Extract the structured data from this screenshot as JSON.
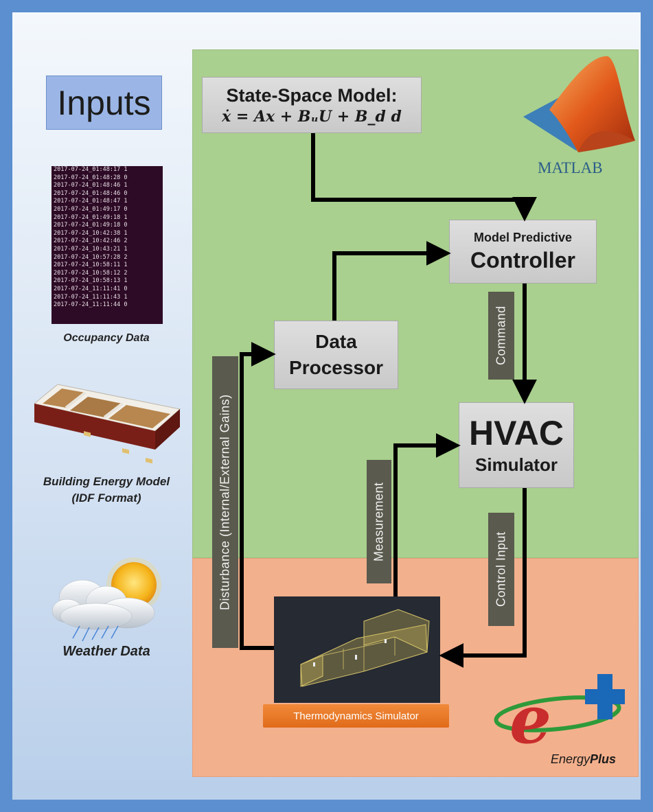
{
  "inputs_title": "Inputs",
  "occupancy": {
    "caption": "Occupancy Data",
    "rows": [
      "2017-07-24_01:48:17 1",
      "2017-07-24_01:48:28 0",
      "2017-07-24_01:48:46 1",
      "2017-07-24_01:48:46 0",
      "2017-07-24_01:48:47 1",
      "2017-07-24_01:49:17 0",
      "2017-07-24_01:49:18 1",
      "2017-07-24_01:49:18 0",
      "2017-07-24_10:42:38 1",
      "2017-07-24_10:42:46 2",
      "2017-07-24_10:43:21 1",
      "2017-07-24_10:57:28 2",
      "2017-07-24_10:58:11 1",
      "2017-07-24_10:58:12 2",
      "2017-07-24_10:58:13 1",
      "2017-07-24_11:11:41 0",
      "2017-07-24_11:11:43 1",
      "2017-07-24_11:11:44 0"
    ]
  },
  "building_model": {
    "caption_line1": "Building Energy Model",
    "caption_line2": "(IDF Format)"
  },
  "weather": {
    "caption": "Weather Data"
  },
  "matlab_label": "MATLAB",
  "state_space": {
    "title": "State-Space Model:",
    "equation": "ẋ = Ax + BᵤU + B_d d"
  },
  "mpc": {
    "line1": "Model Predictive",
    "line2": "Controller"
  },
  "data_processor": {
    "line1": "Data",
    "line2": "Processor"
  },
  "hvac": {
    "line1": "HVAC",
    "line2": "Simulator"
  },
  "labels": {
    "command": "Command",
    "measurement": "Measurement",
    "control_input": "Control Input",
    "disturbance": "Disturbance (Internal/External Gains)"
  },
  "thermodynamics": "Thermodynamics Simulator",
  "energyplus": {
    "prefix": "Energy",
    "suffix": "Plus"
  },
  "colors": {
    "frame": "#5b8fcf",
    "matlab_region": "#a9d08e",
    "energyplus_region": "#f3b08c",
    "inputs_box": "#9bb6e6",
    "label_bg": "#5a5a4e",
    "thermo_button": "#e8772a"
  }
}
